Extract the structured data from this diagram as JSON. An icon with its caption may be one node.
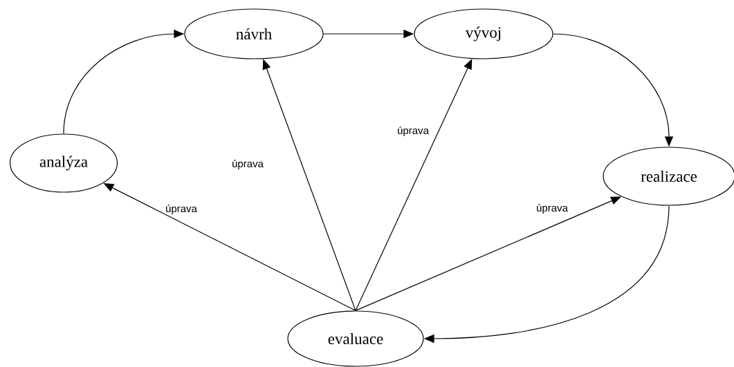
{
  "diagram": {
    "nodes": [
      {
        "text": [
          "analýza"
        ]
      },
      {
        "text": [
          "návrh"
        ]
      },
      {
        "text": [
          "vývoj"
        ]
      },
      {
        "text": [
          "realizace"
        ]
      },
      {
        "text": [
          "evaluace"
        ]
      }
    ],
    "edges": [
      {
        "from": 0,
        "to": 1,
        "arrow": "to"
      },
      {
        "from": 1,
        "to": 2,
        "arrow": "to"
      },
      {
        "from": 2,
        "to": 3,
        "arrow": "to"
      },
      {
        "from": 3,
        "to": 4,
        "arrow": "to"
      },
      {
        "from": 4,
        "to": 0,
        "arrow": "to",
        "label": "úprava"
      },
      {
        "from": 4,
        "to": 1,
        "arrow": "to",
        "label": "úprava"
      },
      {
        "from": 4,
        "to": 2,
        "arrow": "to",
        "label": "úprava"
      },
      {
        "from": 4,
        "to": 3,
        "arrow": "to",
        "label": "úprava"
      }
    ]
  }
}
